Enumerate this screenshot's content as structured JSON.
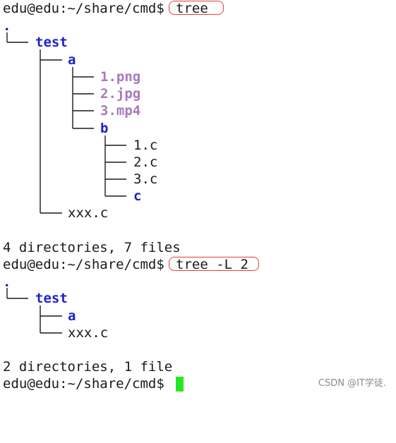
{
  "terminal": {
    "prompt": "edu@edu:~/share/cmd$",
    "session1": {
      "command": "tree",
      "root": ".",
      "entries": {
        "test": "test",
        "a": "a",
        "png": "1.png",
        "jpg": "2.jpg",
        "mp4": "3.mp4",
        "b": "b",
        "c1": "1.c",
        "c2": "2.c",
        "c3": "3.c",
        "cdir": "c",
        "xxx": "xxx.c"
      },
      "summary": "4 directories, 7 files"
    },
    "session2": {
      "command": "tree -L 2",
      "root": ".",
      "entries": {
        "test": "test",
        "a": "a",
        "xxx": "xxx.c"
      },
      "summary": "2 directories, 1 file"
    }
  },
  "watermark": "CSDN @IT学徒."
}
